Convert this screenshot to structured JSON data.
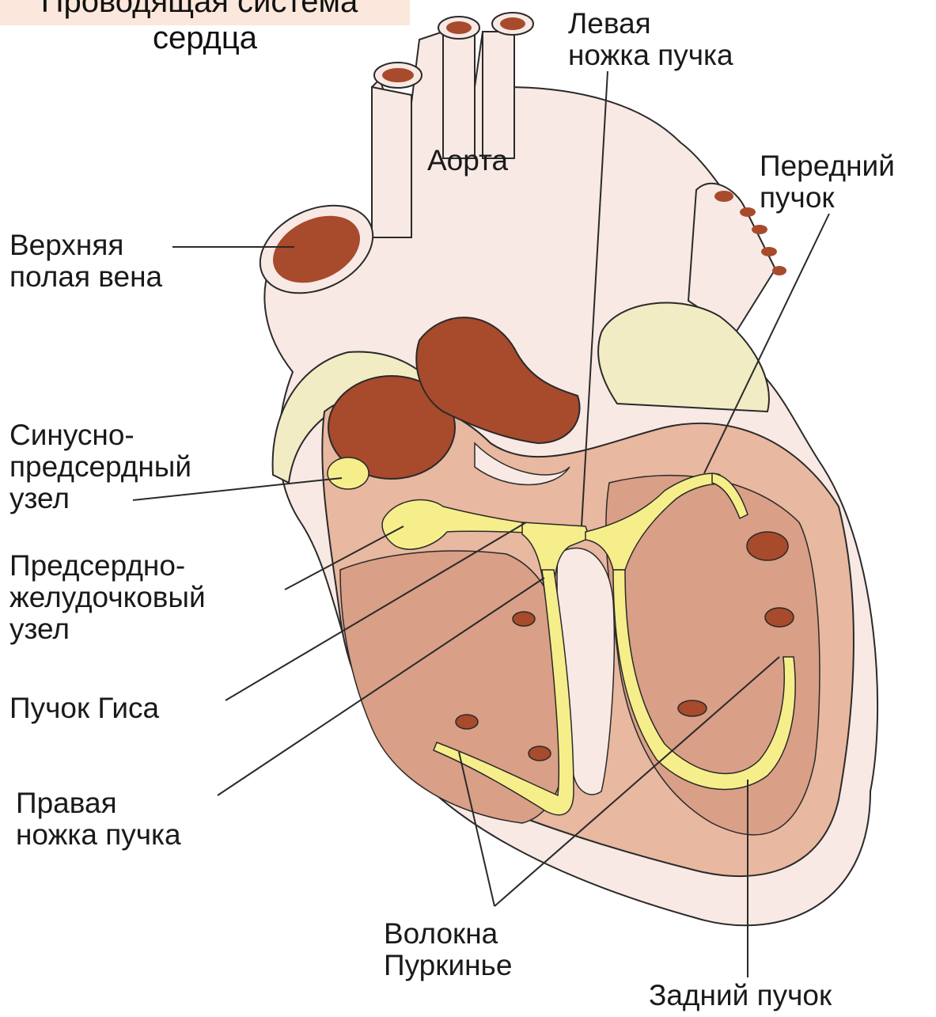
{
  "title": {
    "line1": "Проводящая система",
    "line2": "сердца"
  },
  "labels": {
    "left_bundle_branch": "Левая\nножка пучка",
    "aorta": "Аорта",
    "anterior_fascicle": "Передний\nпучок",
    "superior_vena_cava": "Верхняя\nполая вена",
    "sinoatrial_node": "Синусно-\nпредсердный\nузел",
    "atrioventricular_node": "Предсердно-\nжелудочковый\nузел",
    "bundle_of_his": "Пучок Гиса",
    "right_bundle_branch": "Правая\nножка пучка",
    "purkinje_fibers": "Волокна\nПуркинье",
    "posterior_fascicle": "Задний пучок"
  },
  "colors": {
    "heart_outer": "#f8e9e4",
    "myocardium": "#e8b8a0",
    "chamber": "#d99f87",
    "vessel_lumen": "#a84a2c",
    "conduction": "#f6ee8a",
    "fat": "#f2ecc4",
    "outline": "#2a2a2a"
  }
}
